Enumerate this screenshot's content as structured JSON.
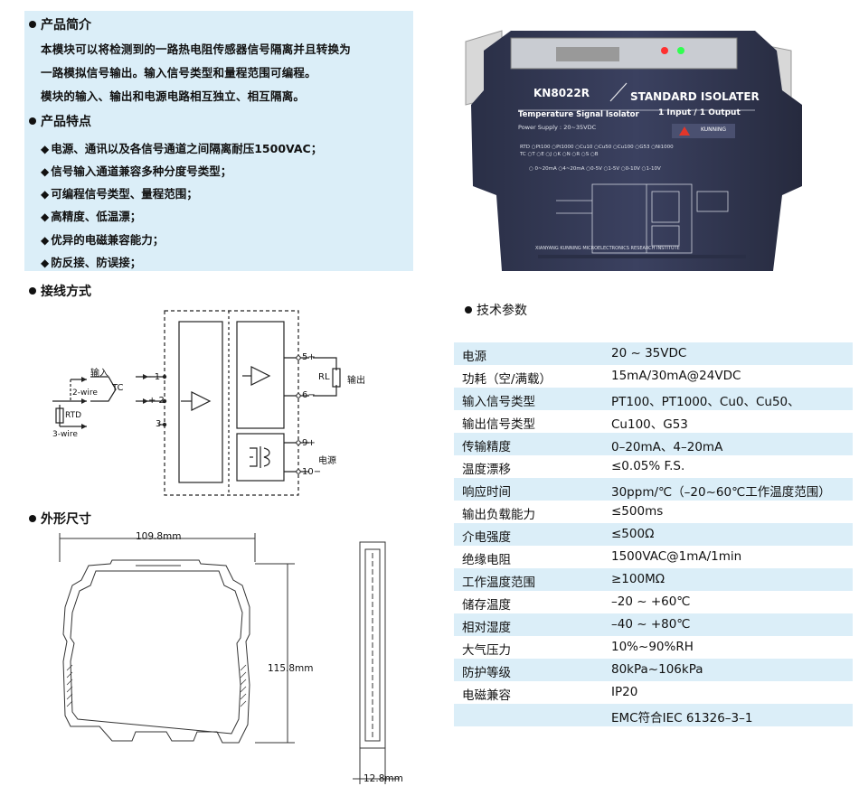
{
  "intro": {
    "heading": "产品简介",
    "lines": [
      "本模块可以将检测到的一路热电阻传感器信号隔离并且转换为",
      "一路模拟信号输出。输入信号类型和量程范围可编程。",
      "模块的输入、输出和电源电路相互独立、相互隔离。"
    ],
    "features_heading": "产品特点",
    "features": [
      "电源、通讯以及各信号通道之间隔离耐压1500VAC；",
      "信号输入通道兼容多种分度号类型；",
      "可编程信号类型、量程范围；",
      "高精度、低温漂；",
      "优异的电磁兼容能力；",
      "防反接、防误接；"
    ]
  },
  "wiring": {
    "heading": "接线方式",
    "input_label": "输入",
    "tc": "TC",
    "two_wire": "2-wire",
    "rtd": "RTD",
    "three_wire": "3-wire",
    "terminals_in": [
      "- 1",
      "+ 2",
      "3"
    ],
    "terminals_out": [
      "5+",
      "6−",
      "9+",
      "10−"
    ],
    "rl": "RL",
    "output_label": "输出",
    "power_label": "电源"
  },
  "dimensions": {
    "heading": "外形尺寸",
    "width": "109.8mm",
    "height": "115.8mm",
    "depth": "12.8mm"
  },
  "product": {
    "model": "KN8022R",
    "title": "STANDARD ISOLATER",
    "subtitle": "Temperature Signal Isolator",
    "channels": "1 Input / 1 Output",
    "supply": "Power Supply : 20~35VDC",
    "brand": "KUNNING",
    "input_row1": "RTD ○Pt100 ○Pt1000 ○Cu10 ○Cu50 ○Cu100 ○G53 ○Ni1000",
    "input_row2": "TC  ○T ○E ○J ○K ○N ○R ○S ○B",
    "output_row": "○ 0~20mA ○4~20mA ○0-5V ○1-5V ○0-10V ○1-10V",
    "maker": "XIANYANG KUNNING MICROELECTRONICS RESEARCH INSTITUTE"
  },
  "spec": {
    "heading": "技术参数",
    "rows": [
      {
        "k": "电源",
        "v": "20 ~ 35VDC"
      },
      {
        "k": "功耗（空/满载）",
        "v": "15mA/30mA@24VDC"
      },
      {
        "k": "输入信号类型",
        "v": "PT100、PT1000、Cu0、Cu50、"
      },
      {
        "k": "输出信号类型",
        "v": "Cu100、G53"
      },
      {
        "k": "传输精度",
        "v": "0–20mA、4–20mA"
      },
      {
        "k": "温度漂移",
        "v": "≤0.05% F.S."
      },
      {
        "k": "响应时间",
        "v": "30ppm/℃（–20~60℃工作温度范围）"
      },
      {
        "k": "输出负载能力",
        "v": "≤500ms"
      },
      {
        "k": "介电强度",
        "v": "≤500Ω"
      },
      {
        "k": "绝缘电阻",
        "v": "1500VAC@1mA/1min"
      },
      {
        "k": "工作温度范围",
        "v": "≥100MΩ"
      },
      {
        "k": "储存温度",
        "v": "–20 ~ +60℃"
      },
      {
        "k": "相对湿度",
        "v": "–40 ~ +80℃"
      },
      {
        "k": "大气压力",
        "v": "10%~90%RH"
      },
      {
        "k": "防护等级",
        "v": "80kPa~106kPa"
      },
      {
        "k": "电磁兼容",
        "v": "IP20"
      },
      {
        "k": "",
        "v": "EMC符合IEC 61326–3–1"
      }
    ]
  }
}
